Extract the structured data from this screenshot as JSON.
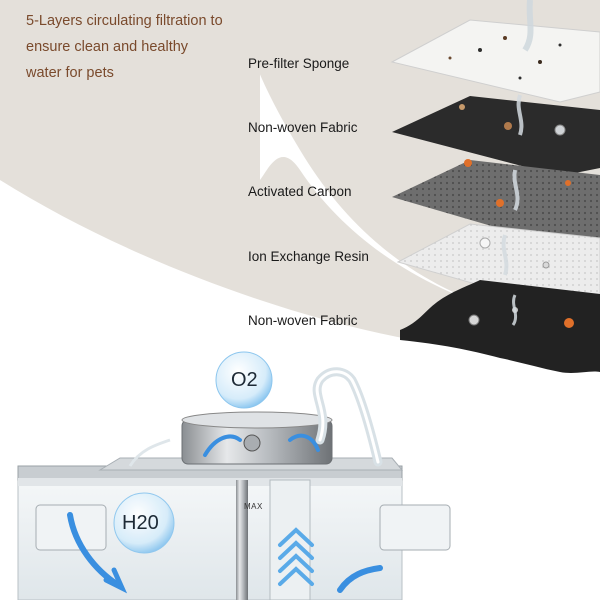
{
  "title_partial": "Freshness in Every Sip",
  "intro": {
    "line1": "5-Layers circulating filtration to",
    "line2": "ensure clean and healthy",
    "line3": "water for pets"
  },
  "layers": [
    {
      "label": "Pre-filter Sponge",
      "color": "#f4f4f2"
    },
    {
      "label": "Non-woven Fabric",
      "color": "#2b2b2b"
    },
    {
      "label": "Activated Carbon",
      "color": "#6e6e6e"
    },
    {
      "label": "Ion Exchange Resin",
      "color": "#ececec"
    },
    {
      "label": "Non-woven Fabric",
      "color": "#222222"
    }
  ],
  "bubbles": {
    "o2": "O2",
    "h2o": "H20"
  },
  "max_mark": "MAX",
  "colors": {
    "background_beige": "#e4e0da",
    "accent_text": "#7a4a2c",
    "arrow_blue": "#3a8fe0"
  }
}
